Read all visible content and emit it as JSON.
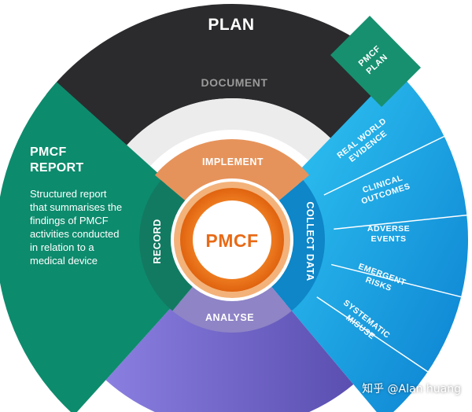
{
  "colors": {
    "plan": "#2b2b2d",
    "pmcf_plan": "#17906f",
    "document": "#ececec",
    "pmcf_report": "#0d8b6d",
    "collect_blue": "#1aa6e6",
    "analyse_purple": "#7a6fcf",
    "implement_orange": "#e6935b",
    "record_green": "#137a62",
    "core_orange": "#f07d1e"
  },
  "outer": {
    "plan": "PLAN",
    "pmcf_plan_line1": "PMCF",
    "pmcf_plan_line2": "PLAN",
    "document": "DOCUMENT"
  },
  "report": {
    "title_line1": "PMCF",
    "title_line2": "REPORT",
    "body": "Structured report that summarises the findings of PMCF activities conducted in relation to a medical device"
  },
  "collect_items": [
    {
      "line1": "REAL WORLD",
      "line2": "EVIDENCE"
    },
    {
      "line1": "CLINICAL",
      "line2": "OUTCOMES"
    },
    {
      "line1": "ADVERSE",
      "line2": "EVENTS"
    },
    {
      "line1": "EMERGENT",
      "line2": "RISKS"
    },
    {
      "line1": "SYSTEMATIC",
      "line2": "MISUSE"
    }
  ],
  "cycle": {
    "implement": "IMPLEMENT",
    "collect": "COLLECT DATA",
    "analyse": "ANALYSE",
    "record": "RECORD"
  },
  "center": "PMCF",
  "watermark": "知乎 @Alan huang"
}
